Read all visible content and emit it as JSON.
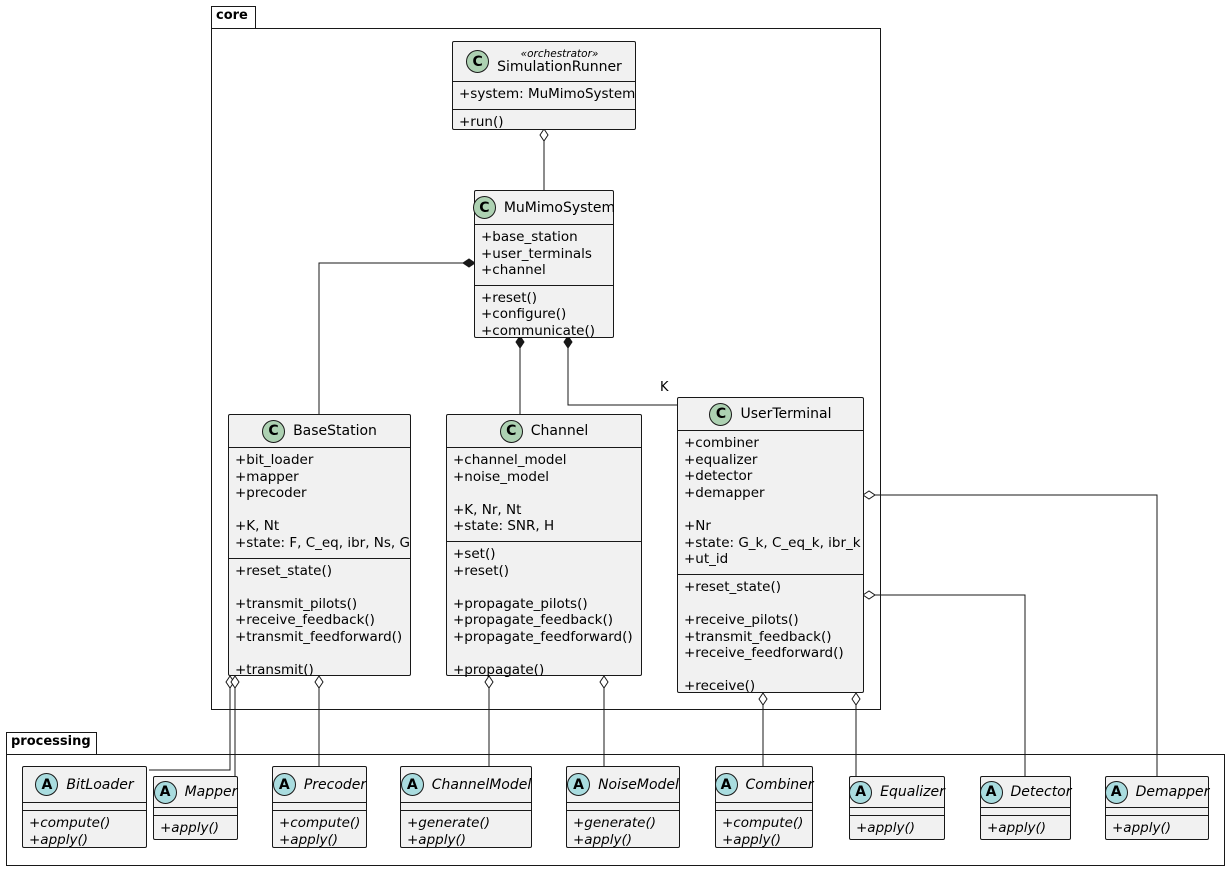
{
  "packages": {
    "core": "core",
    "processing": "processing"
  },
  "classes": {
    "simulation_runner": {
      "stereotype": "«orchestrator»",
      "name": "SimulationRunner",
      "attributes": [
        "+system: MuMimoSystem"
      ],
      "methods": [
        "+run()"
      ]
    },
    "mu_mimo_system": {
      "name": "MuMimoSystem",
      "attributes": [
        "+base_station",
        "+user_terminals",
        "+channel"
      ],
      "methods": [
        "+reset()",
        "+configure()",
        "+communicate()"
      ]
    },
    "base_station": {
      "name": "BaseStation",
      "attributes": [
        "+bit_loader",
        "+mapper",
        "+precoder",
        "",
        "+K, Nt",
        "+state: F, C_eq, ibr, Ns, G"
      ],
      "methods": [
        "+reset_state()",
        "",
        "+transmit_pilots()",
        "+receive_feedback()",
        "+transmit_feedforward()",
        "",
        "+transmit()"
      ]
    },
    "channel": {
      "name": "Channel",
      "attributes": [
        "+channel_model",
        "+noise_model",
        "",
        "+K, Nr, Nt",
        "+state: SNR, H"
      ],
      "methods": [
        "+set()",
        "+reset()",
        "",
        "+propagate_pilots()",
        "+propagate_feedback()",
        "+propagate_feedforward()",
        "",
        "+propagate()"
      ]
    },
    "user_terminal": {
      "name": "UserTerminal",
      "attributes": [
        "+combiner",
        "+equalizer",
        "+detector",
        "+demapper",
        "",
        "+Nr",
        "+state: G_k, C_eq_k, ibr_k",
        "+ut_id"
      ],
      "methods": [
        "+reset_state()",
        "",
        "+receive_pilots()",
        "+transmit_feedback()",
        "+receive_feedforward()",
        "",
        "+receive()"
      ]
    },
    "bit_loader": {
      "name": "BitLoader",
      "methods": [
        "+compute()",
        "+apply()"
      ]
    },
    "mapper": {
      "name": "Mapper",
      "methods": [
        "+apply()"
      ]
    },
    "precoder": {
      "name": "Precoder",
      "methods": [
        "+compute()",
        "+apply()"
      ]
    },
    "channel_model": {
      "name": "ChannelModel",
      "methods": [
        "+generate()",
        "+apply()"
      ]
    },
    "noise_model": {
      "name": "NoiseModel",
      "methods": [
        "+generate()",
        "+apply()"
      ]
    },
    "combiner": {
      "name": "Combiner",
      "methods": [
        "+compute()",
        "+apply()"
      ]
    },
    "equalizer": {
      "name": "Equalizer",
      "methods": [
        "+apply()"
      ]
    },
    "detector": {
      "name": "Detector",
      "methods": [
        "+apply()"
      ]
    },
    "demapper": {
      "name": "Demapper",
      "methods": [
        "+apply()"
      ]
    }
  },
  "badges": {
    "concrete": "C",
    "abstract": "A"
  },
  "multiplicity_user_terminals": "K",
  "colors": {
    "class_fill": "#f1f1f1",
    "concrete_badge": "#add1b2",
    "abstract_badge": "#a9dcdf",
    "line": "#181818"
  }
}
